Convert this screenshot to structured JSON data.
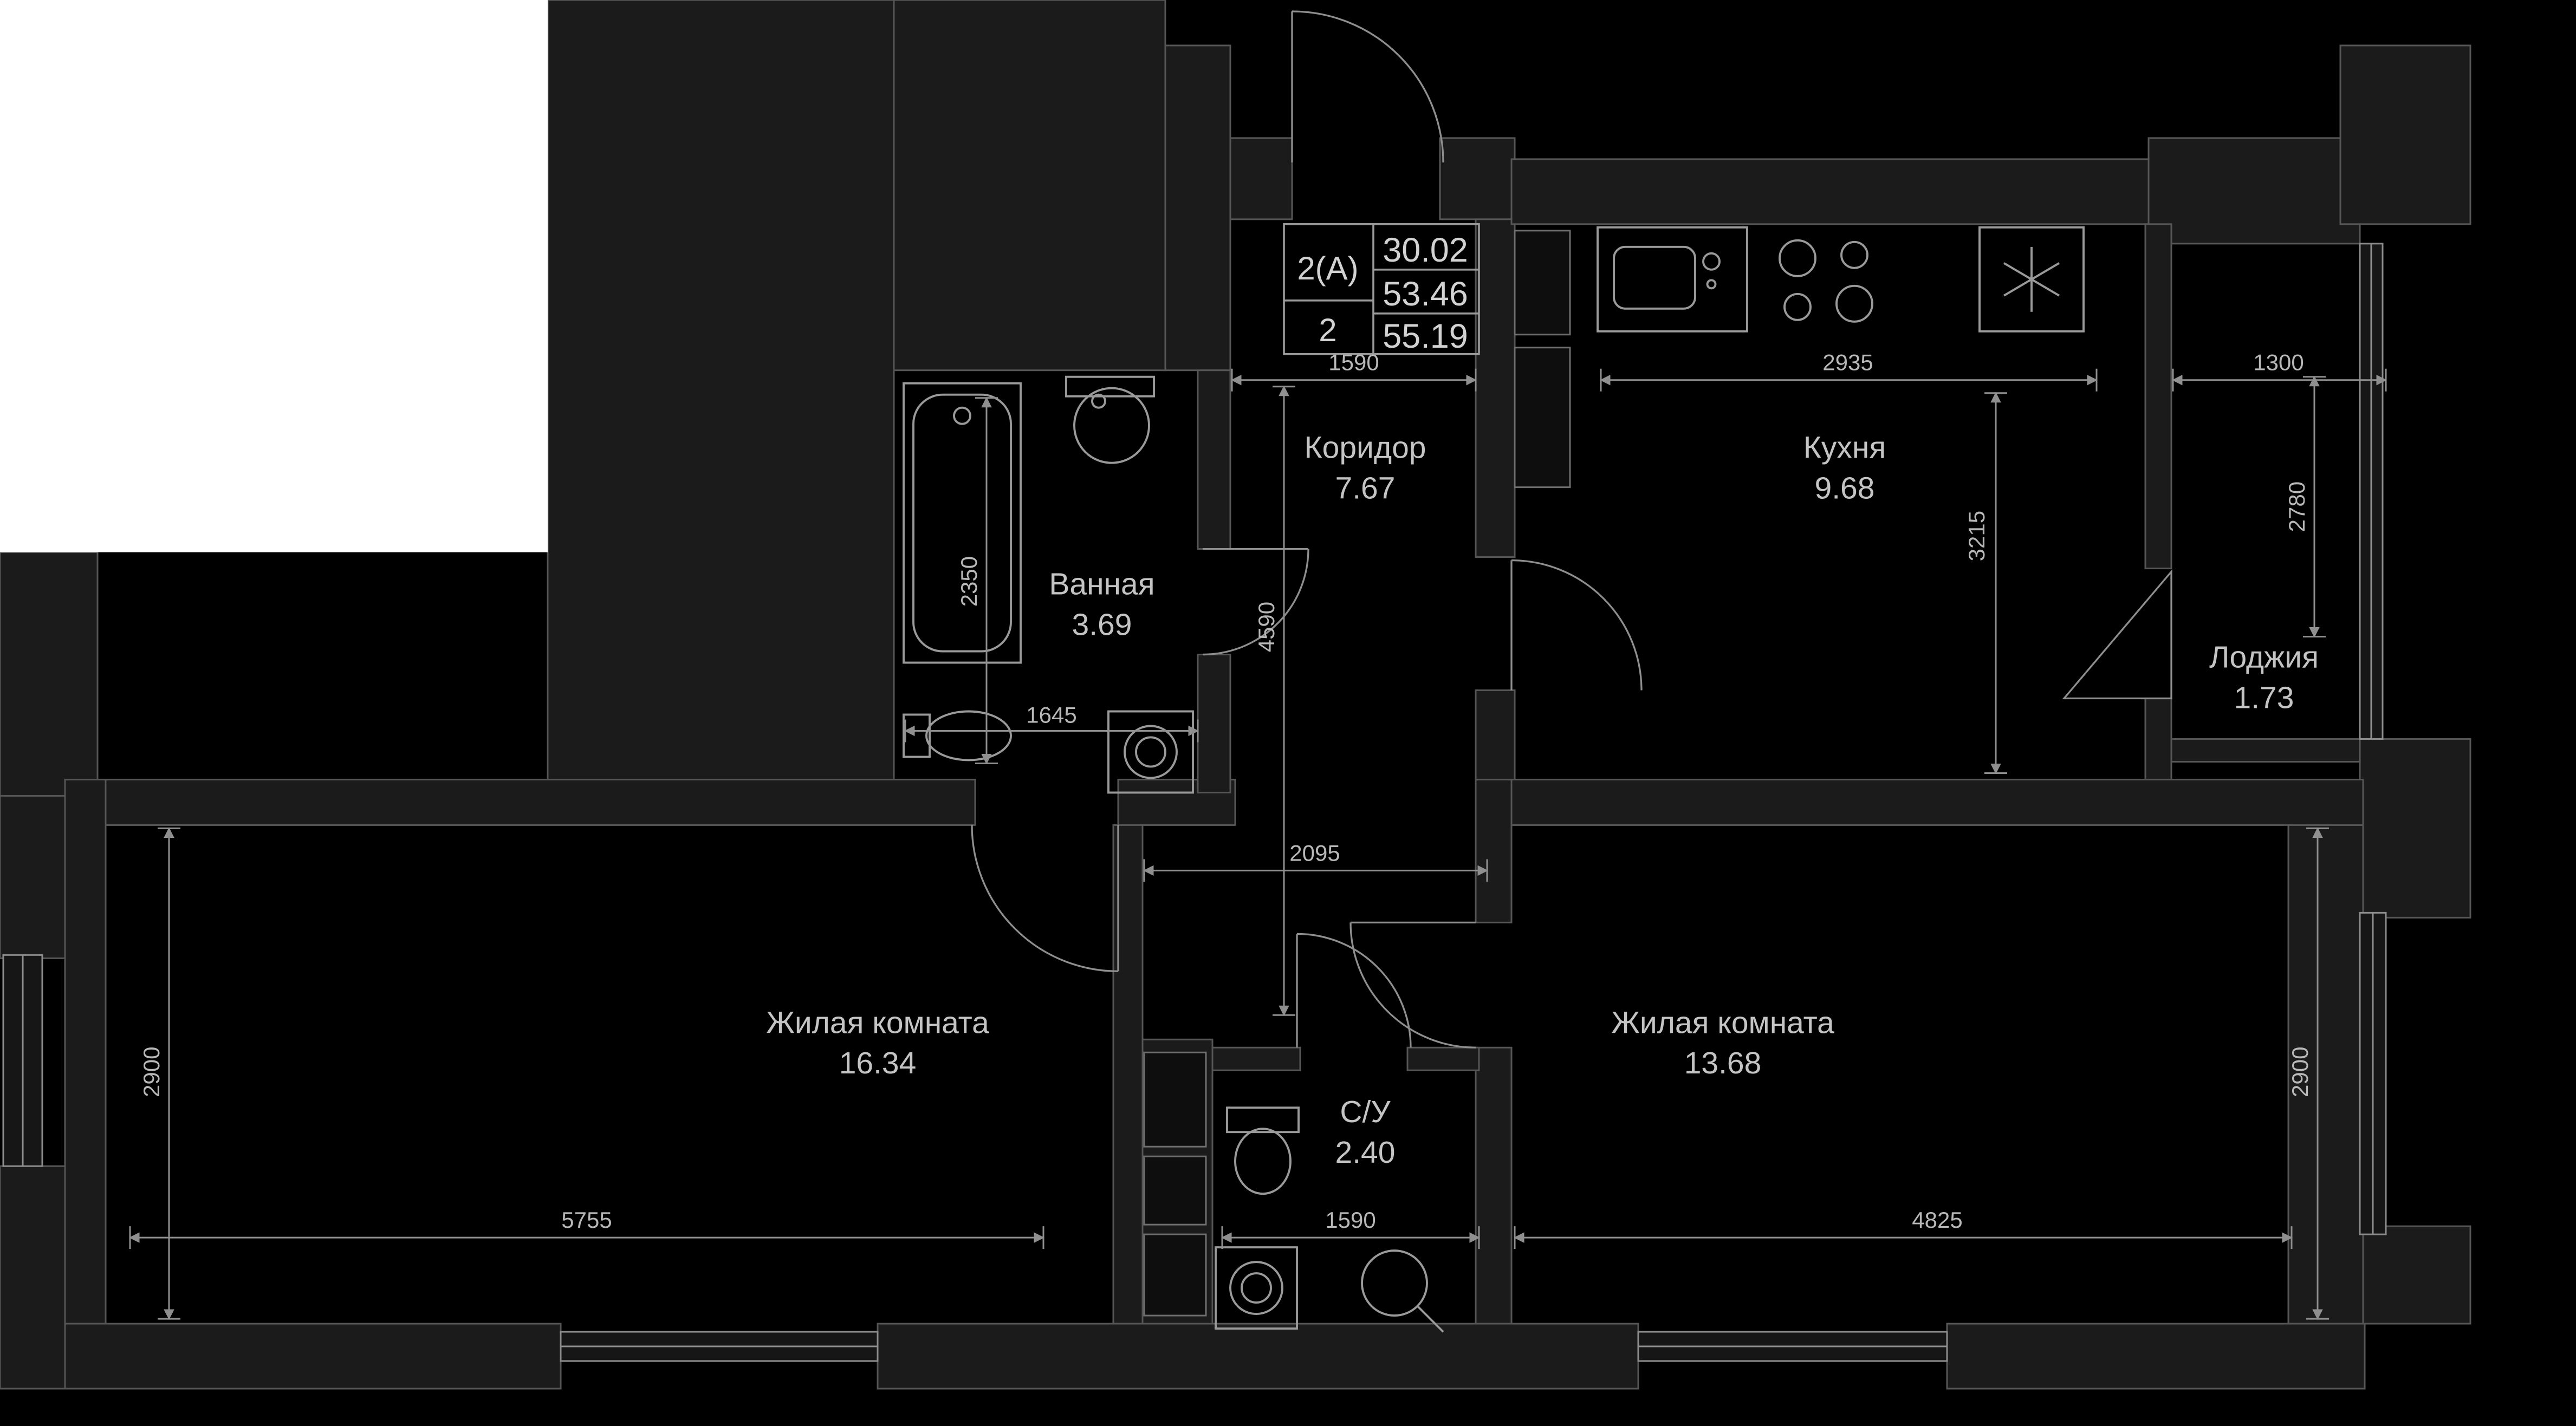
{
  "plan": {
    "title_block": {
      "type_label": "2(А)",
      "rooms_count": "2",
      "living_area": "30.02",
      "area": "53.46",
      "total_area": "55.19"
    },
    "rooms": [
      {
        "name": "Коридор",
        "area": "7.67"
      },
      {
        "name": "Кухня",
        "area": "9.68"
      },
      {
        "name": "Ванная",
        "area": "3.69"
      },
      {
        "name": "Лоджия",
        "area": "1.73"
      },
      {
        "name": "Жилая комната",
        "area": "16.34"
      },
      {
        "name": "Жилая комната",
        "area": "13.68"
      },
      {
        "name": "С/У",
        "area": "2.40"
      }
    ],
    "dimensions": {
      "corridor_width": "1590",
      "kitchen_width": "2935",
      "loggia_width": "1300",
      "kitchen_height": "3215",
      "loggia_height": "2780",
      "bathroom_height": "2350",
      "bathroom_width": "1645",
      "corridor_height": "4590",
      "hall_width": "2095",
      "room1_height": "2900",
      "room1_width": "5755",
      "wc_width": "1590",
      "room2_width": "4825",
      "room2_height": "2900"
    },
    "colors": {
      "background": "#000000",
      "wall_fill": "#1b1b1b",
      "line": "#9a9a9a",
      "text": "#c4c4c4",
      "blank_region": "#ffffff"
    }
  }
}
